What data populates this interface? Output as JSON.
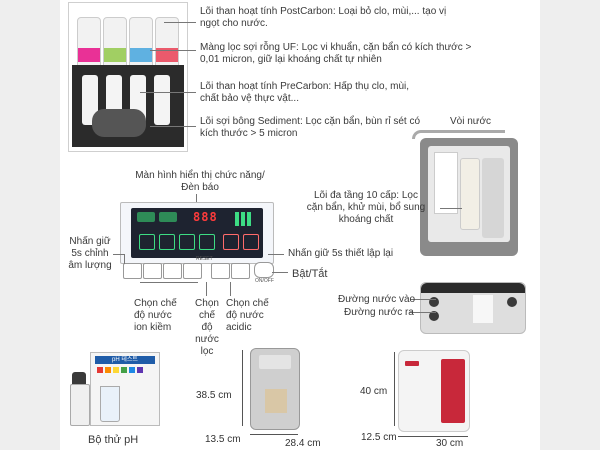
{
  "labels": {
    "postcarbon": "Lõi than hoạt tính PostCarbon: Loại bỏ clo, mùi,... tạo vị ngọt cho nước.",
    "uf": "Màng lọc sợi rỗng UF: Lọc vi khuẩn, cặn bẩn có kích thước > 0,01 micron, giữ lại khoáng chất tự nhiên",
    "precarbon": "Lõi than hoạt tính PreCarbon: Hấp thụ clo, mùi, chất bảo vệ thực vật...",
    "sediment": "Lõi sợi bông Sediment: Lọc cặn bẩn, bùn rỉ sét có kích thước > 5 micron",
    "faucet": "Vòi nước",
    "display": "Màn hình hiển thị chức năng/ Đèn báo",
    "multi_core": "Lõi đa tầng 10 cấp: Lọc cặn bẩn, khử mùi, bổ sung khoáng chất",
    "volume": "Nhấn giữ 5s chỉnh âm lượng",
    "reset": "Nhấn giữ 5s thiết lập lại",
    "power": "Bật/Tắt",
    "alkaline": "Chọn chế độ nước ion kiềm",
    "filtered": "Chọn chế độ nước lọc",
    "acidic": "Chọn chế độ nước acidic",
    "water_in": "Đường nước vào",
    "water_out": "Đường nước ra",
    "ph_kit": "Bộ thử pH"
  },
  "panel": {
    "digits": "888",
    "reset_tag": "RESET",
    "power_tag": "ON/OFF"
  },
  "dimensions": {
    "m1_height": "38.5 cm",
    "m1_depth": "13.5 cm",
    "m1_width": "28.4 cm",
    "m2_height": "40 cm",
    "m2_depth": "12.5 cm",
    "m2_width": "30 cm"
  },
  "ph_box": {
    "title": "pH 테스트"
  },
  "colors": {
    "accent_red": "#c8283a",
    "panel_dark": "#1e2330",
    "cart_pink": "#e6007e",
    "cart_green": "#8cc63f",
    "cart_blue": "#3aa0dc",
    "cart_red": "#e8334a"
  }
}
